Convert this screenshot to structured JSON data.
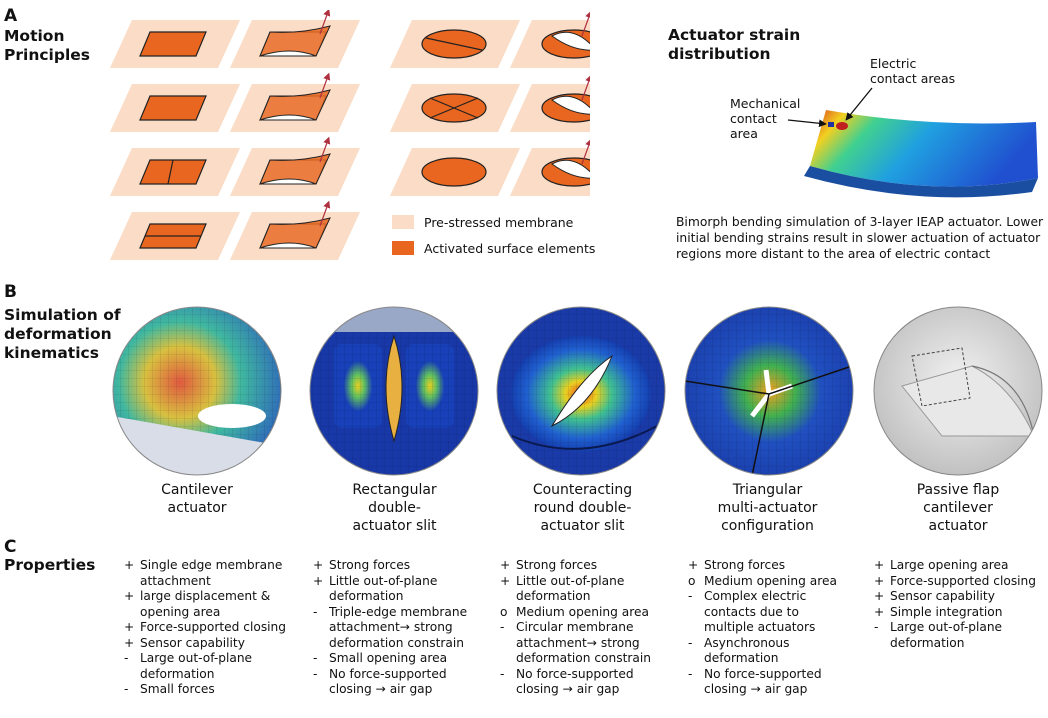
{
  "panels": {
    "A": {
      "letter": "A",
      "title": "Motion\nPrinciples",
      "legend": [
        {
          "label": "Pre-stressed membrane",
          "color": "#fbdcc6"
        },
        {
          "label": "Activated surface elements",
          "color": "#e8661f"
        }
      ],
      "strain": {
        "title": "Actuator strain\ndistribution",
        "label_electric": "Electric\ncontact areas",
        "label_mechanical": "Mechanical\ncontact\narea",
        "caption": "Bimorph bending simulation of 3-layer IEAP actuator. Lower\ninitial bending strains result in slower actuation of actuator\nregions more distant to the area of electric contact"
      }
    },
    "B": {
      "letter": "B",
      "title": "Simulation of\ndeformation\nkinematics",
      "items": [
        {
          "label": "Cantilever\nactuator"
        },
        {
          "label": "Rectangular\ndouble-\nactuator slit"
        },
        {
          "label": "Counteracting\nround double-\nactuator slit"
        },
        {
          "label": "Triangular\nmulti-actuator\nconfiguration"
        },
        {
          "label": "Passive  flap\ncantilever\nactuator"
        }
      ]
    },
    "C": {
      "letter": "C",
      "title": "Properties",
      "columns": [
        [
          {
            "sym": "+",
            "text": "Single edge membrane attachment"
          },
          {
            "sym": "+",
            "text": "large displacement & opening area"
          },
          {
            "sym": "+",
            "text": "Force-supported closing"
          },
          {
            "sym": "+",
            "text": "Sensor capability"
          },
          {
            "sym": "-",
            "text": "Large out-of-plane deformation"
          },
          {
            "sym": "-",
            "text": "Small forces"
          }
        ],
        [
          {
            "sym": "+",
            "text": "Strong forces"
          },
          {
            "sym": "+",
            "text": "Little out-of-plane deformation"
          },
          {
            "sym": "-",
            "text": "Triple-edge membrane attachment→ strong deformation constrain"
          },
          {
            "sym": "-",
            "text": "Small opening area"
          },
          {
            "sym": "-",
            "text": "No force-supported closing → air gap"
          }
        ],
        [
          {
            "sym": "+",
            "text": "Strong forces"
          },
          {
            "sym": "+",
            "text": "Little out-of-plane deformation"
          },
          {
            "sym": "o",
            "text": "Medium opening area"
          },
          {
            "sym": "-",
            "text": "Circular membrane attachment→ strong deformation constrain"
          },
          {
            "sym": "-",
            "text": "No force-supported closing → air gap"
          }
        ],
        [
          {
            "sym": "+",
            "text": "Strong forces"
          },
          {
            "sym": "o",
            "text": "Medium opening area"
          },
          {
            "sym": "-",
            "text": "Complex electric contacts due to multiple actuators"
          },
          {
            "sym": "-",
            "text": "Asynchronous deformation"
          },
          {
            "sym": "-",
            "text": "No force-supported closing → air gap"
          }
        ],
        [
          {
            "sym": "+",
            "text": "Large opening area"
          },
          {
            "sym": "+",
            "text": "Force-supported closing"
          },
          {
            "sym": "+",
            "text": "Sensor capability"
          },
          {
            "sym": "+",
            "text": "Simple integration"
          },
          {
            "sym": "-",
            "text": "Large out-of-plane deformation"
          }
        ]
      ]
    }
  },
  "colors": {
    "membrane": "#fbdcc6",
    "active": "#e8661f",
    "arrow": "#b03040"
  }
}
